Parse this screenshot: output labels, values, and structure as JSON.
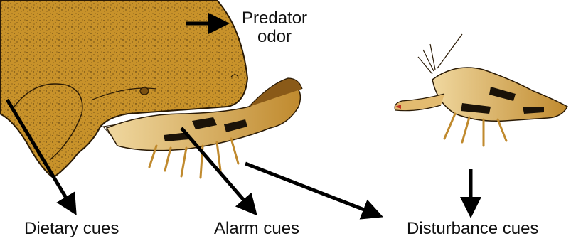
{
  "labels": {
    "predator_line1": "Predator",
    "predator_line2": "odor",
    "dietary": "Dietary cues",
    "alarm": "Alarm cues",
    "disturbance": "Disturbance cues"
  },
  "colors": {
    "predator_skin": "#c8922a",
    "predator_outline": "#2a1a05",
    "crayfish_body": "#d9a441",
    "crayfish_band": "#1a1208",
    "arrow": "#000000"
  }
}
